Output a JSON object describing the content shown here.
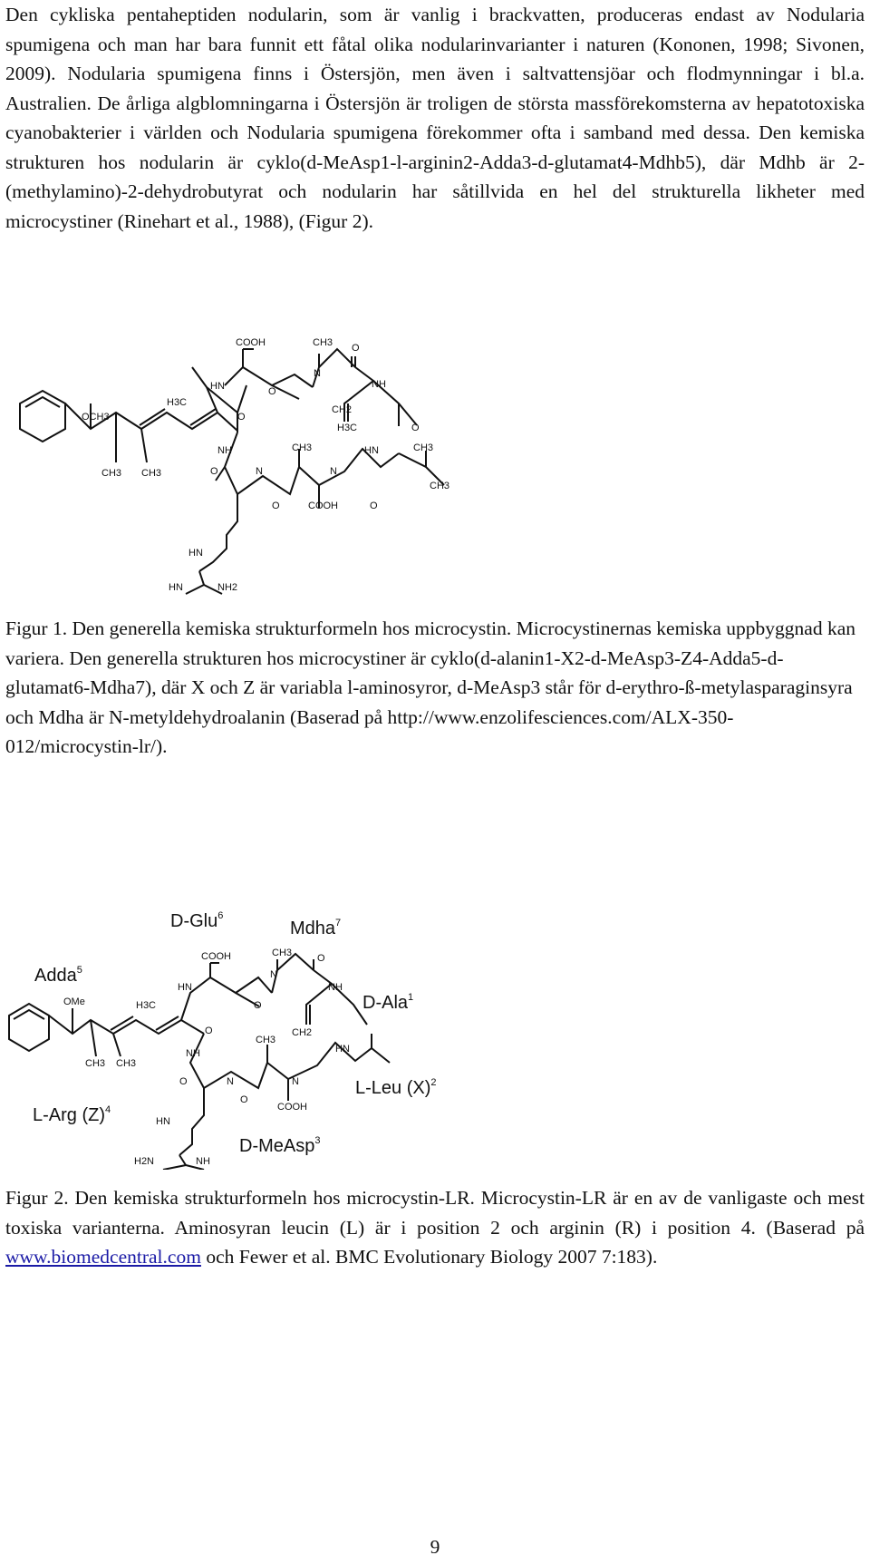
{
  "intro_paragraph": "Den cykliska pentaheptiden nodularin, som är vanlig i brackvatten, produceras endast av Nodularia spumigena och man har bara funnit ett fåtal olika nodularinvarianter i naturen (Kononen, 1998; Sivonen, 2009). Nodularia spumigena finns i Östersjön, men även i saltvattensjöar och flodmynningar i bl.a. Australien. De årliga algblomningarna i Östersjön är troligen de största massförekomsterna av hepatotoxiska cyanobakterier i världen och Nodularia spumigena förekommer ofta i samband med dessa. Den kemiska strukturen hos nodularin är cyklo(d-MeAsp1-l-arginin2-Adda3-d-glutamat4-Mdhb5), där Mdhb är 2-(methylamino)-2-dehydrobutyrat och nodularin har såtillvida en hel del strukturella likheter med microcystiner (Rinehart et al., 1988), (Figur 2).",
  "figure1": {
    "atoms": {
      "cooh": "COOH",
      "ch3_top": "CH3",
      "o_top": "O",
      "n_top": "N",
      "hn_left": "HN",
      "o_mid": "O",
      "nh_right": "NH",
      "h3c_left": "H3C",
      "ch2": "CH2",
      "o_right": "O",
      "och3": "OCH3",
      "h3c_right": "H3C",
      "nh_left": "NH",
      "ch3_mid": "CH3",
      "hn_right": "HN",
      "ch3_far": "CH3",
      "ch3_a": "CH3",
      "ch3_b": "CH3",
      "o_low": "O",
      "n_low": "N",
      "n_low2": "N",
      "o_b1": "O",
      "cooh_low": "COOH",
      "o_b2": "O",
      "ch3_end": "CH3",
      "hn_arg": "HN",
      "hn_arg2": "HN",
      "nh2": "NH2"
    },
    "caption": "Figur 1. Den generella kemiska strukturformeln hos microcystin. Microcystinernas kemiska uppbyggnad kan variera. Den generella strukturen hos microcystiner är cyklo(d-alanin1-X2-d-MeAsp3-Z4-Adda5-d-glutamat6-Mdha7), där X och Z är variabla l-aminosyror, d-MeAsp3 står för d-erythro-ß-metylasparaginsyra och Mdha är N-metyldehydroalanin (Baserad på http://www.enzolifesciences.com/ALX-350-012/microcystin-lr/)."
  },
  "figure2": {
    "residues": {
      "dglu": "D-Glu",
      "dglu_sup": "6",
      "mdha": "Mdha",
      "mdha_sup": "7",
      "adda": "Adda",
      "adda_sup": "5",
      "dala": "D-Ala",
      "dala_sup": "1",
      "lleu": "L-Leu (X)",
      "lleu_sup": "2",
      "larg": "L-Arg (Z)",
      "larg_sup": "4",
      "dmeasp": "D-MeAsp",
      "dmeasp_sup": "3"
    },
    "atoms": {
      "cooh": "COOH",
      "ch3_top": "CH3",
      "n_top": "N",
      "hn_left": "HN",
      "o_mid": "O",
      "o_top": "O",
      "nh_right": "NH",
      "ome": "OMe",
      "h3c": "H3C",
      "ch2": "CH2",
      "o_r": "O",
      "nh_left": "NH",
      "ch3_mid": "CH3",
      "hn_r": "HN",
      "ch3_a": "CH3",
      "ch3_b": "CH3",
      "o_l": "O",
      "n_low": "N",
      "n_low2": "N",
      "o_b1": "O",
      "cooh_low": "COOH",
      "hn_arg": "HN",
      "h2n": "H2N",
      "nh": "NH"
    },
    "caption_before_link": "Figur 2. Den kemiska strukturformeln hos microcystin-LR. Microcystin-LR är en av de vanligaste och mest toxiska varianterna. Aminosyran leucin (L) är i position 2 och arginin (R) i position 4. (Baserad på ",
    "caption_link": "www.biomedcentral.com",
    "caption_after_link": " och Fewer et al. BMC Evolutionary Biology 2007 7:183)."
  },
  "page_number": "9"
}
